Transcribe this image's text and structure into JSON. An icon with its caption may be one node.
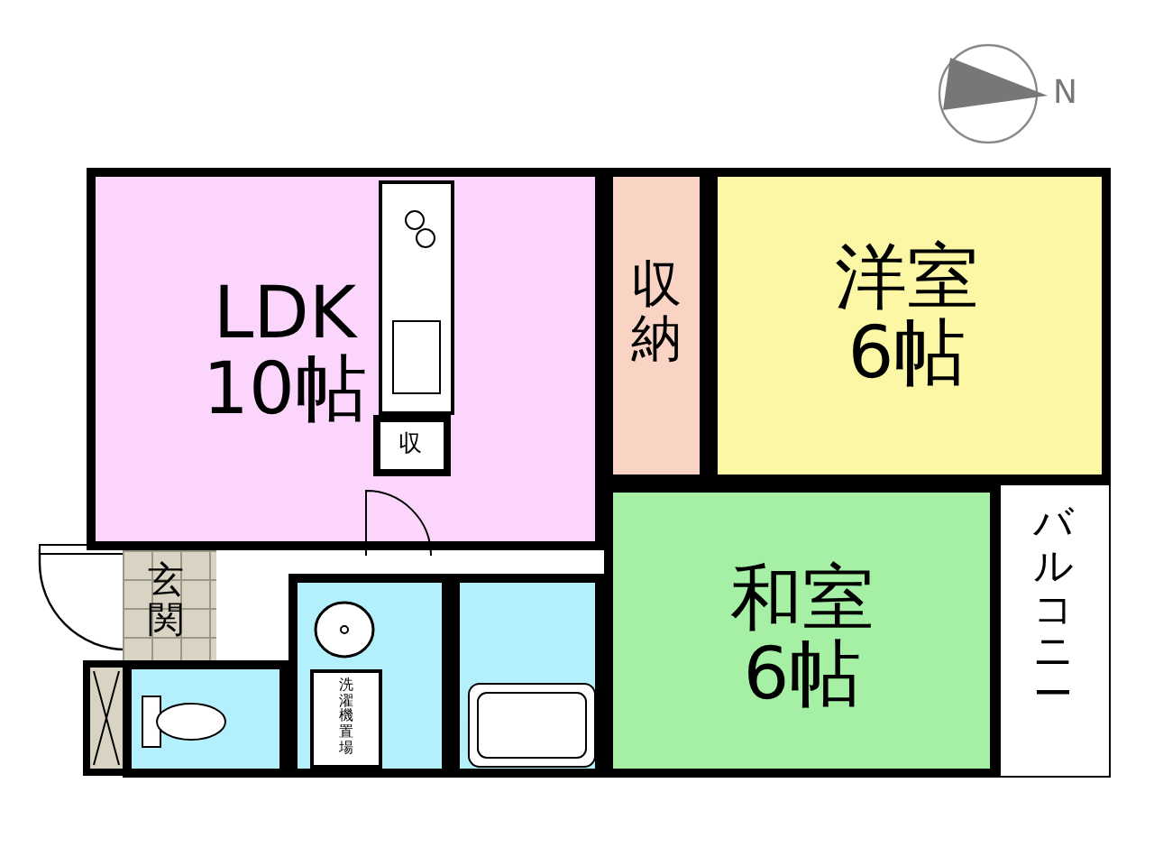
{
  "diagram": {
    "nodes": [
      {
        "text": [
          "LDK 10帖"
        ]
      },
      {
        "text": [
          "収"
        ],
        "in": 0
      },
      {
        "text": [
          "収納"
        ]
      },
      {
        "text": [
          "洋室 6帖"
        ]
      },
      {
        "text": [
          "玄関"
        ]
      },
      {
        "text": [
          "和室 6帖"
        ]
      },
      {
        "text": [
          "バルコニー"
        ]
      },
      {
        "text": [],
        "shape": "box"
      },
      {
        "text": [
          "洗濯機置場"
        ],
        "in": 7
      },
      {
        "text": [],
        "shape": "box"
      },
      {
        "text": [],
        "shape": "box"
      }
    ],
    "labels": [
      "N"
    ]
  }
}
